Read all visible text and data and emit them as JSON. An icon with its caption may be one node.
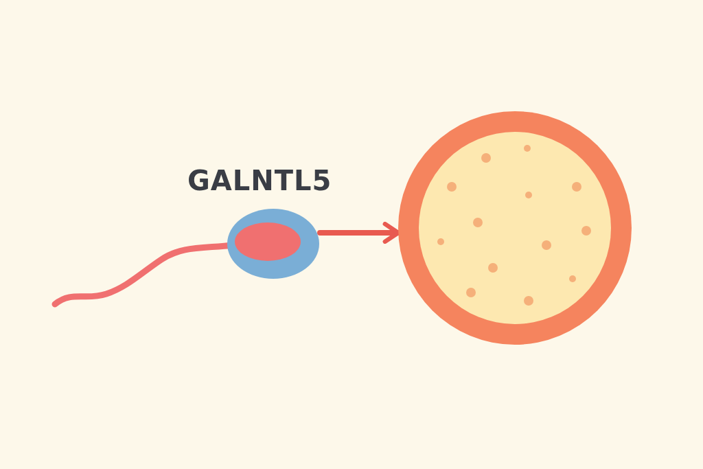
{
  "diagram": {
    "nodes": [
      {
        "text": [
          "GALNTL5"
        ]
      },
      {
        "text": [],
        "shape": "picture"
      }
    ],
    "edges": [
      {
        "from": 0,
        "to": 1,
        "arrow": "to"
      }
    ]
  }
}
